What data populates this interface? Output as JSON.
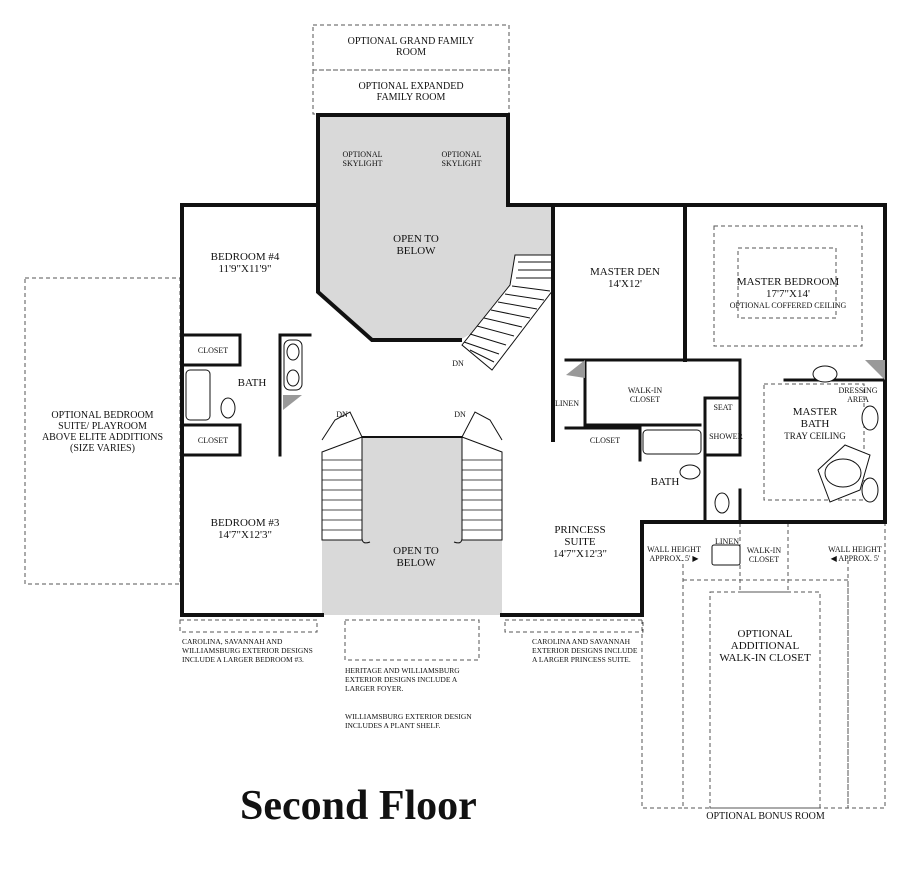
{
  "title": "Second Floor",
  "rooms": {
    "grand_family": [
      "OPTIONAL GRAND FAMILY",
      "ROOM"
    ],
    "expanded_family": [
      "OPTIONAL EXPANDED",
      "FAMILY ROOM"
    ],
    "skylight": [
      "OPTIONAL",
      "SKYLIGHT"
    ],
    "open_to_below": [
      "OPEN TO",
      "BELOW"
    ],
    "bedroom4": [
      "BEDROOM #4",
      "11'9\"X11'9\""
    ],
    "bedroom3": [
      "BEDROOM #3",
      "14'7\"X12'3\""
    ],
    "closet": "CLOSET",
    "bath": "BATH",
    "optional_suite": [
      "OPTIONAL BEDROOM",
      "SUITE/ PLAYROOM",
      "ABOVE ELITE ADDITIONS",
      "(SIZE VARIES)"
    ],
    "master_den": [
      "MASTER DEN",
      "14'X12'"
    ],
    "master_bedroom": [
      "MASTER BEDROOM",
      "17'7\"X14'",
      "OPTIONAL COFFERED CEILING"
    ],
    "walk_in_closet": [
      "WALK-IN",
      "CLOSET"
    ],
    "linen": "LINEN",
    "seat": "SEAT",
    "shower": "SHOWER",
    "master_bath": [
      "MASTER",
      "BATH",
      "TRAY CEILING"
    ],
    "dressing_area": [
      "DRESSING",
      "AREA"
    ],
    "princess_suite": [
      "PRINCESS",
      "SUITE",
      "14'7\"X12'3\""
    ],
    "dn": "DN",
    "wall_height_left": [
      "WALL HEIGHT",
      "APPROX. 5' ▶"
    ],
    "wall_height_right": [
      "WALL HEIGHT",
      "◀ APPROX. 5'"
    ],
    "additional_closet": [
      "OPTIONAL",
      "ADDITIONAL",
      "WALK-IN CLOSET"
    ],
    "bonus_room": "OPTIONAL BONUS ROOM"
  },
  "notes": {
    "bedroom3_note": [
      "CAROLINA, SAVANNAH AND",
      "WILLIAMSBURG EXTERIOR DESIGNS",
      "INCLUDE A LARGER BEDROOM #3."
    ],
    "foyer_note": [
      "HERITAGE AND WILLIAMSBURG",
      "EXTERIOR DESIGNS INCLUDE A",
      "LARGER FOYER."
    ],
    "plant_shelf_note": [
      "WILLIAMSBURG EXTERIOR DESIGN",
      "INCLUDES A PLANT SHELF."
    ],
    "princess_note": [
      "CAROLINA AND SAVANNAH",
      "EXTERIOR DESIGNS INCLUDE",
      "A LARGER PRINCESS SUITE."
    ]
  },
  "colors": {
    "wall": "#111111",
    "open_area": "#d9d9d9",
    "dashed": "#555555"
  }
}
